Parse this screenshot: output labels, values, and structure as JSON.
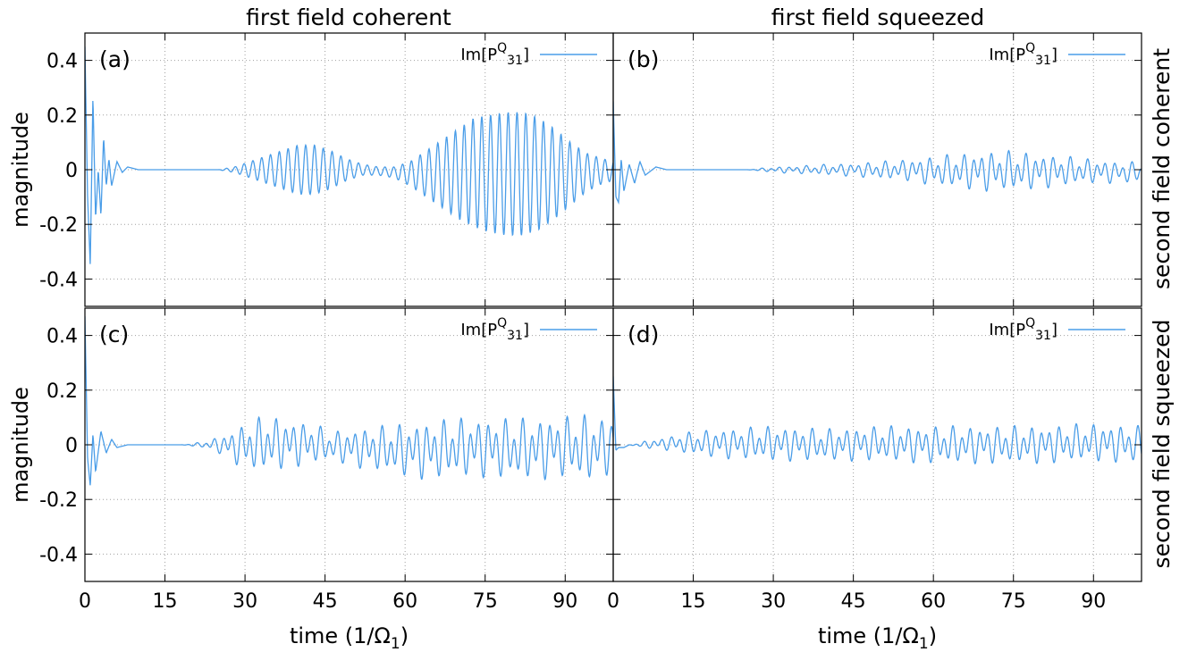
{
  "columns": [
    "first field coherent",
    "first field squeezed"
  ],
  "rows": [
    "second field coherent",
    "second field squeezed"
  ],
  "colors": {
    "series": "#4a9de8",
    "grid": "#a0a0a0",
    "frame": "#000000"
  },
  "chart_data": [
    {
      "panel": "(a)",
      "type": "line",
      "xlabel": "time (1/Ω1)",
      "ylabel": "magnitude",
      "xlim": [
        0,
        99
      ],
      "ylim": [
        -0.5,
        0.5
      ],
      "xticks": [
        0,
        15,
        30,
        45,
        60,
        75,
        90
      ],
      "yticks": [
        0.4,
        0.2,
        0,
        -0.2,
        -0.4
      ],
      "grid": true,
      "legend_position": "top-right",
      "series": [
        {
          "name": "Im[PQ31]",
          "color": "#4a9de8",
          "x": [
            0,
            0.5,
            1,
            1.5,
            2,
            2.5,
            3,
            3.5,
            4,
            4.5,
            5,
            6,
            7,
            8,
            10,
            25,
            28,
            31,
            34,
            37,
            40,
            43,
            46,
            49,
            52,
            55,
            58,
            61,
            64,
            67,
            70,
            73,
            76,
            79,
            82,
            85,
            88,
            91,
            94,
            97,
            99
          ],
          "y": [
            0.45,
            -0.1,
            -0.35,
            0.27,
            -0.18,
            0.0,
            -0.17,
            0.12,
            -0.06,
            0.04,
            -0.06,
            0.03,
            -0.01,
            0.01,
            0.0,
            0.0,
            0.01,
            0.03,
            0.05,
            0.07,
            0.09,
            0.09,
            0.07,
            0.04,
            0.02,
            0.01,
            0.01,
            0.03,
            0.07,
            0.11,
            0.15,
            0.19,
            0.2,
            0.21,
            0.21,
            0.19,
            0.15,
            0.1,
            0.06,
            0.04,
            0.03
          ],
          "y_envelope_min": [
            0.45,
            -0.1,
            -0.35,
            0.27,
            -0.18,
            0.0,
            -0.17,
            0.12,
            -0.06,
            0.04,
            -0.06,
            0.03,
            -0.01,
            0.01,
            0.0,
            0.0,
            -0.01,
            -0.03,
            -0.05,
            -0.07,
            -0.09,
            -0.09,
            -0.07,
            -0.04,
            -0.02,
            -0.02,
            -0.03,
            -0.06,
            -0.1,
            -0.14,
            -0.18,
            -0.21,
            -0.23,
            -0.24,
            -0.24,
            -0.22,
            -0.18,
            -0.13,
            -0.08,
            -0.05,
            -0.04
          ]
        }
      ]
    },
    {
      "panel": "(b)",
      "type": "line",
      "xlabel": "time (1/Ω1)",
      "ylabel": "",
      "xlim": [
        0,
        99
      ],
      "ylim": [
        -0.5,
        0.5
      ],
      "xticks": [
        0,
        15,
        30,
        45,
        60,
        75,
        90
      ],
      "yticks": [
        0.4,
        0.2,
        0,
        -0.2,
        -0.4
      ],
      "grid": true,
      "legend_position": "top-right",
      "series": [
        {
          "name": "Im[PQ31]",
          "color": "#4a9de8",
          "x": [
            0,
            0.5,
            1,
            1.5,
            2,
            3,
            4,
            5,
            6,
            8,
            10,
            25,
            30,
            35,
            40,
            45,
            50,
            55,
            60,
            65,
            70,
            75,
            80,
            85,
            90,
            95,
            99
          ],
          "y": [
            0.25,
            -0.1,
            -0.12,
            0.04,
            -0.08,
            0.02,
            -0.05,
            0.03,
            -0.02,
            0.01,
            0.0,
            0.0,
            0.01,
            0.015,
            0.02,
            0.025,
            0.03,
            0.04,
            0.05,
            0.06,
            0.07,
            0.07,
            0.06,
            0.05,
            0.04,
            0.03,
            0.03
          ],
          "y_envelope_min": [
            0.25,
            -0.1,
            -0.12,
            0.04,
            -0.08,
            0.02,
            -0.05,
            0.03,
            -0.02,
            0.01,
            0.0,
            0.0,
            -0.01,
            -0.015,
            -0.02,
            -0.025,
            -0.035,
            -0.04,
            -0.06,
            -0.07,
            -0.08,
            -0.08,
            -0.07,
            -0.06,
            -0.05,
            -0.05,
            -0.05
          ]
        }
      ]
    },
    {
      "panel": "(c)",
      "type": "line",
      "xlabel": "time (1/Ω1)",
      "ylabel": "magnitude",
      "xlim": [
        0,
        99
      ],
      "ylim": [
        -0.5,
        0.5
      ],
      "xticks": [
        0,
        15,
        30,
        45,
        60,
        75,
        90
      ],
      "yticks": [
        0.4,
        0.2,
        0,
        -0.2,
        -0.4
      ],
      "grid": true,
      "legend_position": "top-right",
      "series": [
        {
          "name": "Im[PQ31]",
          "color": "#4a9de8",
          "x": [
            0,
            0.5,
            1,
            1.5,
            2,
            3,
            4,
            5,
            6,
            8,
            10,
            18,
            22,
            25,
            28,
            31,
            34,
            37,
            40,
            43,
            46,
            50,
            55,
            60,
            65,
            70,
            75,
            80,
            85,
            90,
            95,
            99
          ],
          "y": [
            0.47,
            -0.05,
            -0.15,
            0.04,
            -0.1,
            0.05,
            -0.03,
            0.02,
            -0.01,
            0.0,
            0.0,
            0.0,
            0.01,
            0.03,
            0.06,
            0.09,
            0.11,
            0.1,
            0.09,
            0.08,
            0.05,
            0.06,
            0.07,
            0.08,
            0.09,
            0.1,
            0.1,
            0.1,
            0.1,
            0.11,
            0.11,
            0.1
          ],
          "y_envelope_min": [
            0.47,
            -0.05,
            -0.15,
            0.04,
            -0.1,
            0.05,
            -0.03,
            0.02,
            -0.01,
            0.0,
            0.0,
            0.0,
            -0.01,
            -0.03,
            -0.07,
            -0.1,
            -0.1,
            -0.09,
            -0.08,
            -0.07,
            -0.06,
            -0.08,
            -0.1,
            -0.12,
            -0.13,
            -0.12,
            -0.12,
            -0.13,
            -0.13,
            -0.12,
            -0.14,
            -0.1
          ]
        }
      ]
    },
    {
      "panel": "(d)",
      "type": "line",
      "xlabel": "time (1/Ω1)",
      "ylabel": "",
      "xlim": [
        0,
        99
      ],
      "ylim": [
        -0.5,
        0.5
      ],
      "xticks": [
        0,
        15,
        30,
        45,
        60,
        75,
        90
      ],
      "yticks": [
        0.4,
        0.2,
        0,
        -0.2,
        -0.4
      ],
      "grid": true,
      "legend_position": "top-right",
      "series": [
        {
          "name": "Im[PQ31]",
          "color": "#4a9de8",
          "x": [
            0,
            0.5,
            1,
            2,
            3,
            5,
            10,
            15,
            20,
            30,
            40,
            50,
            60,
            70,
            80,
            90,
            99
          ],
          "y": [
            0.25,
            -0.02,
            -0.01,
            -0.01,
            0.0,
            0.01,
            0.03,
            0.05,
            0.06,
            0.07,
            0.06,
            0.07,
            0.07,
            0.07,
            0.07,
            0.08,
            0.07
          ],
          "y_envelope_min": [
            0.25,
            -0.02,
            -0.01,
            -0.01,
            0.0,
            -0.01,
            -0.02,
            -0.04,
            -0.05,
            -0.06,
            -0.06,
            -0.06,
            -0.07,
            -0.07,
            -0.07,
            -0.06,
            -0.07
          ]
        }
      ]
    }
  ]
}
